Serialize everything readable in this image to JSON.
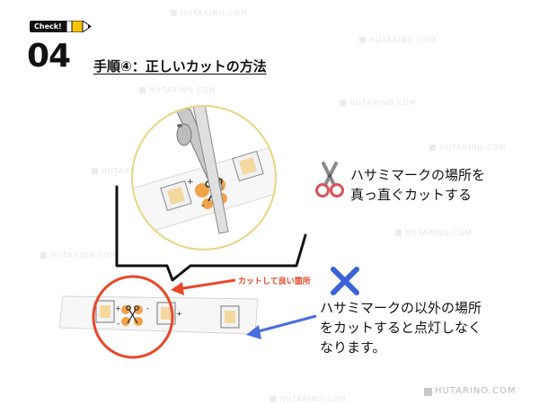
{
  "badge": {
    "label": "Check!"
  },
  "step": {
    "number": "04",
    "title": "手順④：正しいカットの方法"
  },
  "callout_cut": {
    "label": "カットして良い箇所"
  },
  "good": {
    "lines": [
      "ハサミマークの場所を",
      "真っ直ぐカットする"
    ]
  },
  "bad": {
    "lines": [
      "ハサミマークの以外の場所",
      "をカットすると点灯しなく",
      "なります。"
    ]
  },
  "watermark": {
    "text": "HUTARINO.COM"
  },
  "colors": {
    "accent_red": "#e8472b",
    "accent_blue": "#4a6ee0",
    "x_blue": "#3b63d6",
    "led_yellow": "#f3d9a0",
    "badge_yellow": "#f5c400"
  },
  "icons": {
    "scissors": "scissors-icon",
    "cross": "cross-icon"
  }
}
